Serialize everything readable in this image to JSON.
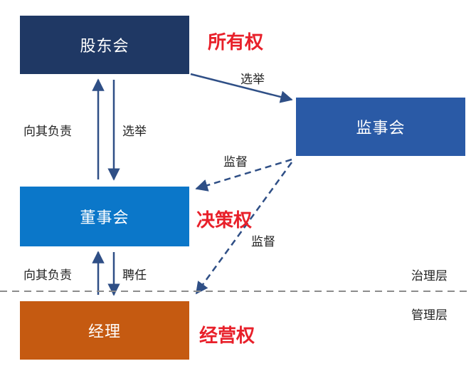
{
  "nodes": {
    "shareholders": "股东会",
    "supervisors": "监事会",
    "directors": "董事会",
    "manager": "经理"
  },
  "powers": {
    "ownership": "所有权",
    "decision": "决策权",
    "operation": "经营权"
  },
  "edges": {
    "elect_supervisors": "选举",
    "responsible_to_shareholders": "向其负责",
    "elect_directors": "选举",
    "supervise_directors": "监督",
    "supervise_manager": "监督",
    "responsible_to_directors": "向其负责",
    "appoint_manager": "聘任"
  },
  "layers": {
    "governance": "治理层",
    "management": "管理层"
  },
  "colors": {
    "shareholders": "#1f3864",
    "supervisors": "#2a5aa6",
    "directors": "#0b77c9",
    "manager": "#c55a11",
    "power_text": "#e8202a",
    "arrow": "#2f4f86"
  }
}
